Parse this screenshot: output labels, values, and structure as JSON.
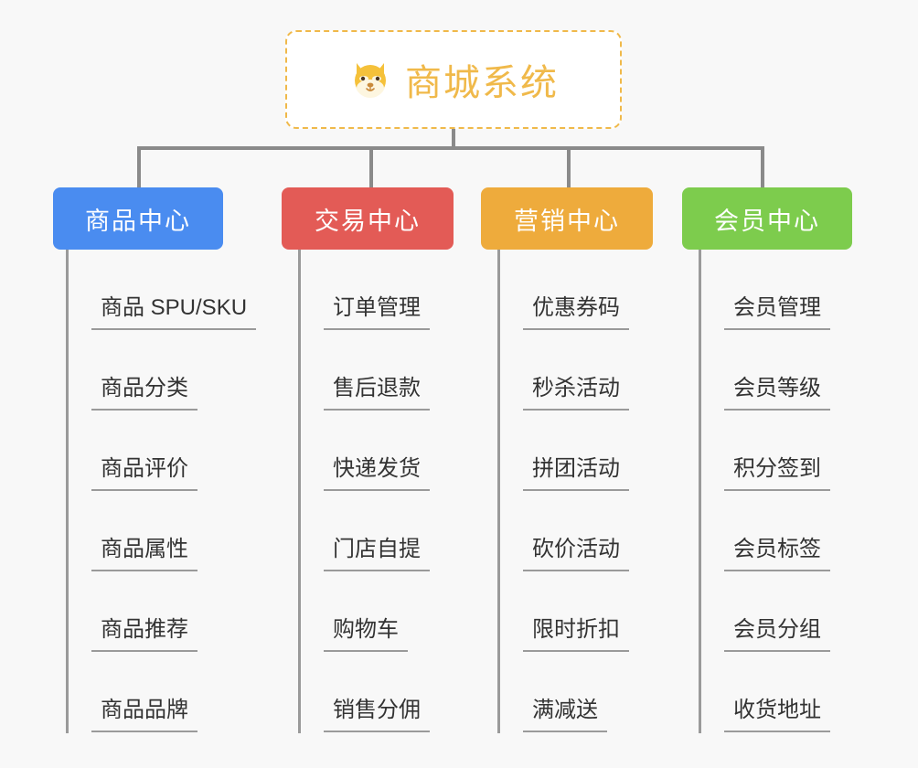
{
  "canvas": {
    "background": "#f8f8f8",
    "line_color": "#8a8a8a"
  },
  "root": {
    "title": "商城系统",
    "icon": "shiba-dog-face-emoji",
    "text_color": "#f0b94a",
    "border_color": "#f0b94a",
    "background": "#ffffff"
  },
  "branches": [
    {
      "label": "商品中心",
      "color": "#4a8cf0",
      "items": [
        "商品 SPU/SKU",
        "商品分类",
        "商品评价",
        "商品属性",
        "商品推荐",
        "商品品牌"
      ]
    },
    {
      "label": "交易中心",
      "color": "#e35b56",
      "items": [
        "订单管理",
        "售后退款",
        "快递发货",
        "门店自提",
        "购物车",
        "销售分佣"
      ]
    },
    {
      "label": "营销中心",
      "color": "#eeab3c",
      "items": [
        "优惠券码",
        "秒杀活动",
        "拼团活动",
        "砍价活动",
        "限时折扣",
        "满减送"
      ]
    },
    {
      "label": "会员中心",
      "color": "#7dcc4d",
      "items": [
        "会员管理",
        "会员等级",
        "积分签到",
        "会员标签",
        "会员分组",
        "收货地址"
      ]
    }
  ]
}
